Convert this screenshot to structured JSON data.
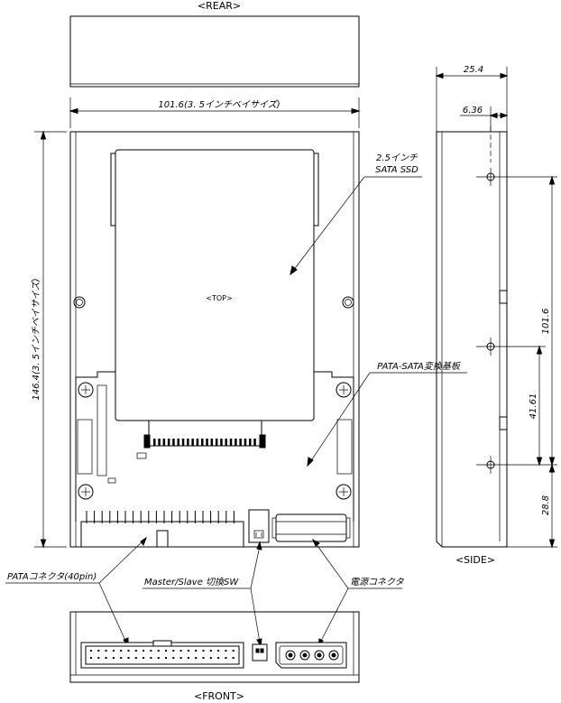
{
  "views": {
    "rear": "<REAR>",
    "top": "<TOP>",
    "side": "<SIDE>",
    "front": "<FRONT>"
  },
  "dimensions": {
    "width": "101.6(3. 5インチベイサイズ)",
    "height": "146.4(3. 5インチベイサイズ)",
    "side_depth": "25.4",
    "side_offset": "6.36",
    "hole_spacing": "101.6",
    "hole_spacing_2": "41.61",
    "bottom_offset": "28.8"
  },
  "labels": {
    "ssd_line1": "2.5インチ",
    "ssd_line2": "SATA SSD",
    "board": "PATA-SATA変換基板",
    "pata": "PATAコネクタ(40pin)",
    "switch": "Master/Slave 切換SW",
    "power": "電源コネクタ"
  }
}
